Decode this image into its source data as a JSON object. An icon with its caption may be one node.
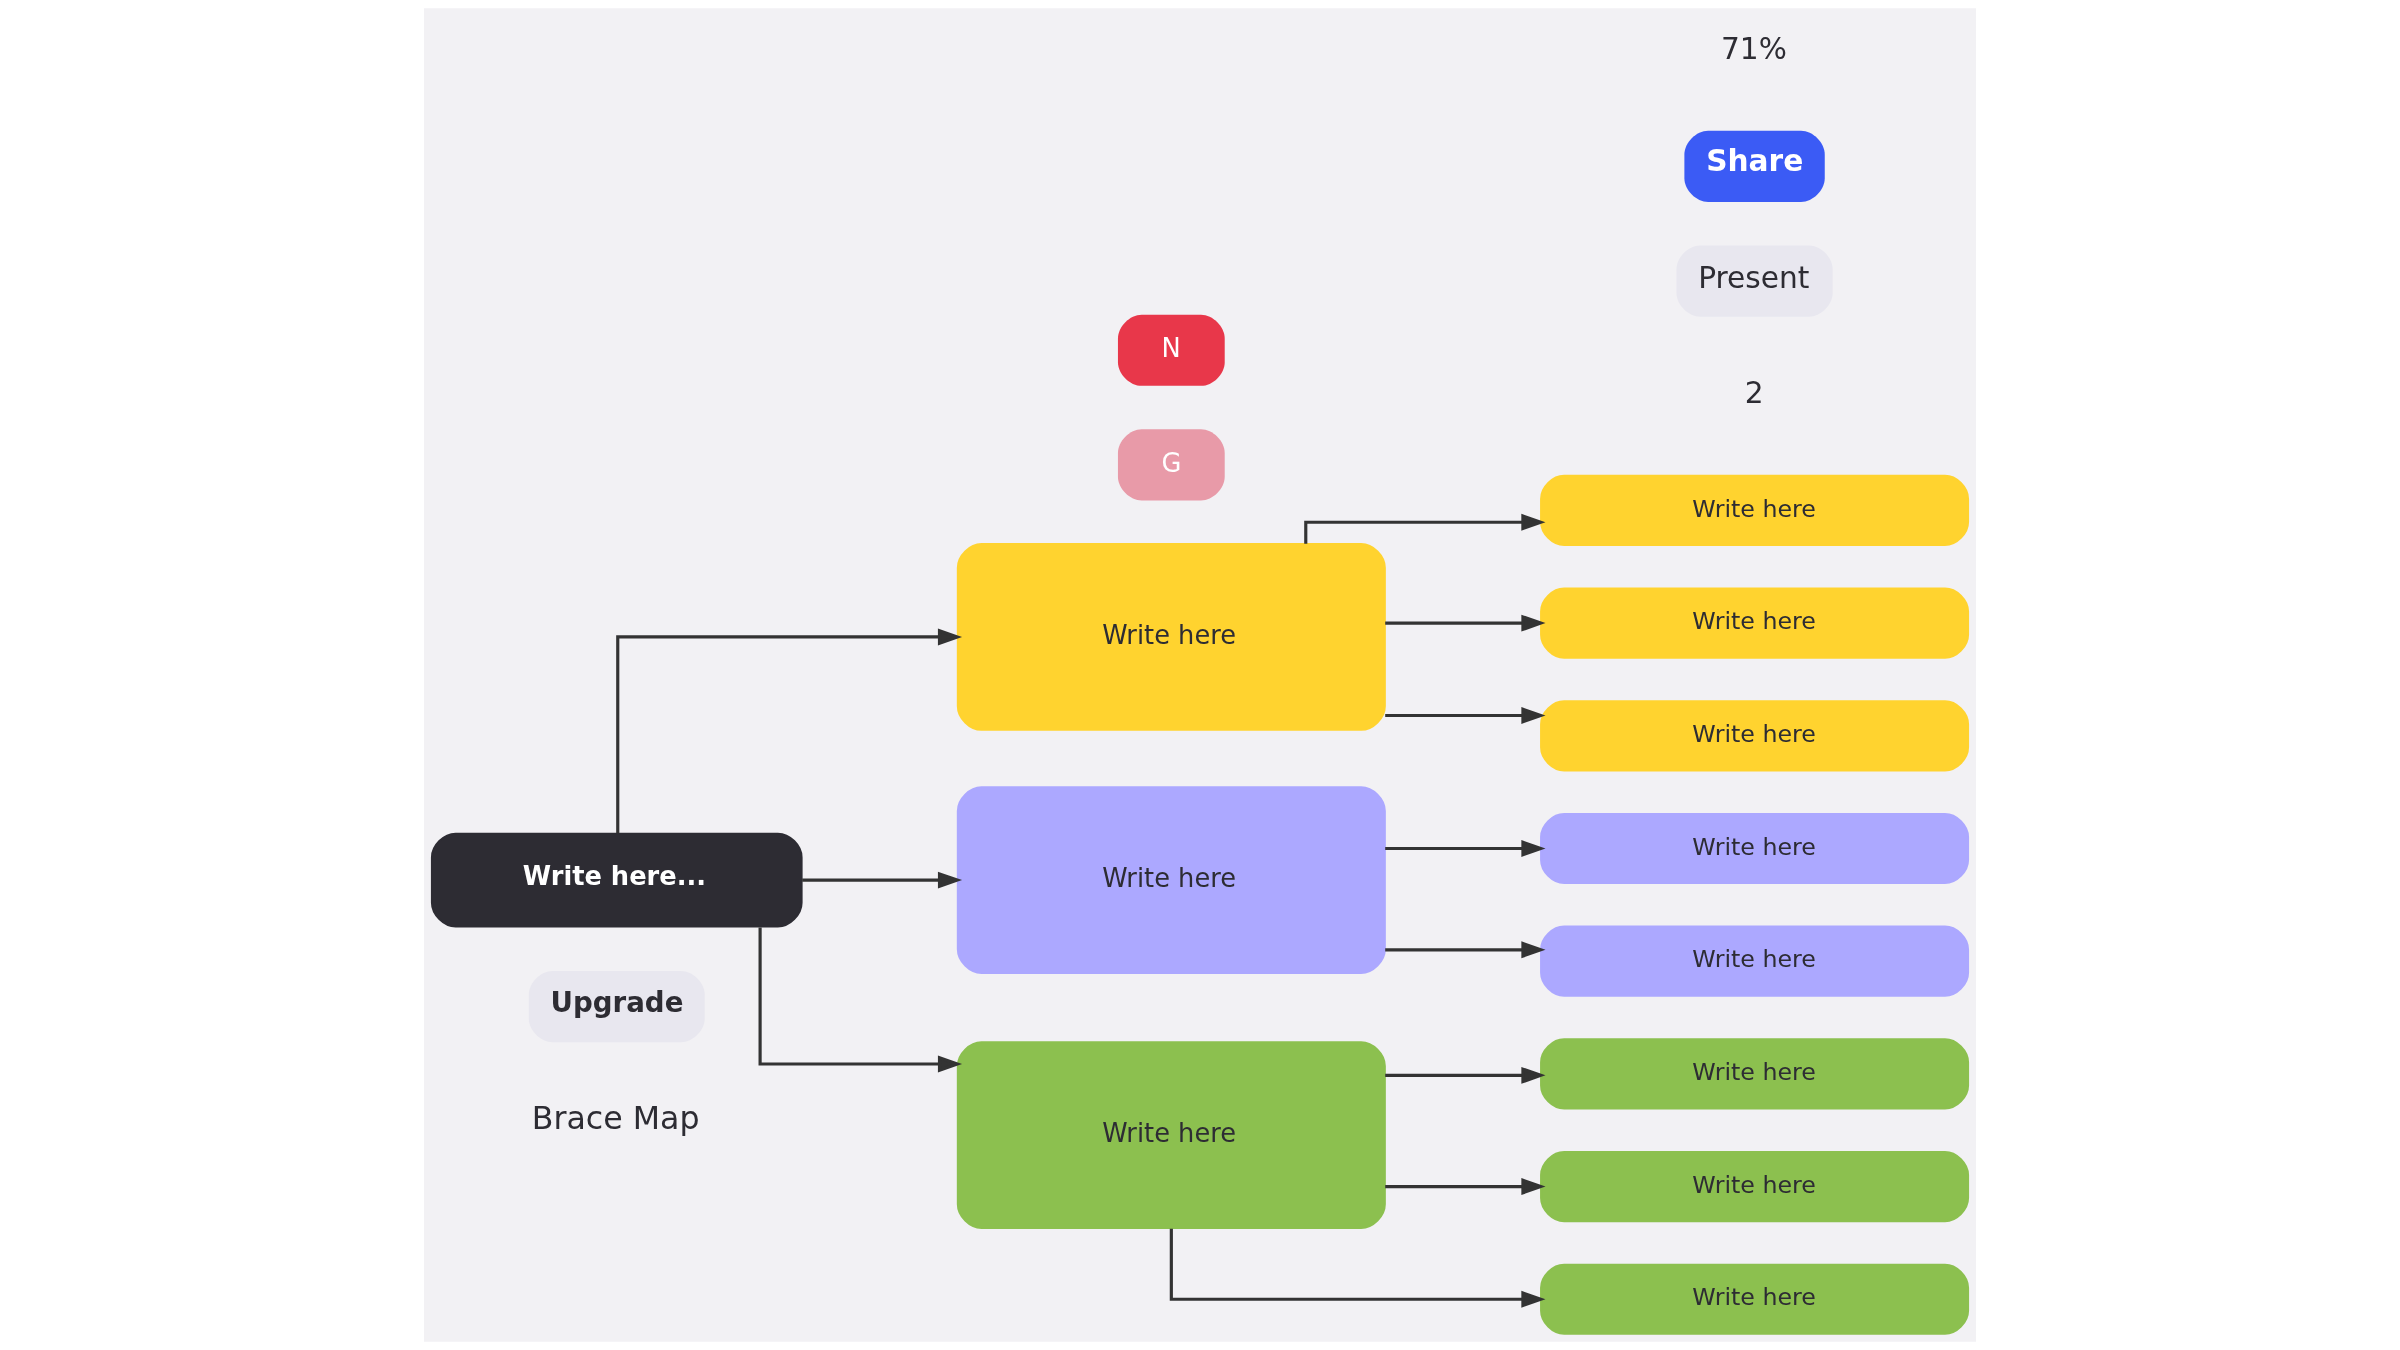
{
  "diagram": {
    "nodes": [
      {
        "text": [
          "Write here..."
        ]
      },
      {
        "text": [
          "Write here"
        ]
      },
      {
        "text": [
          "Write here"
        ]
      },
      {
        "text": [
          "Write here"
        ]
      },
      {
        "text": [
          "Write here"
        ]
      },
      {
        "text": [
          "Write here"
        ]
      },
      {
        "text": [
          "Write here"
        ]
      },
      {
        "text": [
          "Write here"
        ]
      },
      {
        "text": [
          "Write here"
        ]
      },
      {
        "text": [
          "Write here"
        ]
      },
      {
        "text": [
          "Write here"
        ]
      },
      {
        "text": [
          "Write here"
        ]
      }
    ],
    "edges": [
      {
        "from": 0,
        "to": 1,
        "arrow": "to"
      },
      {
        "from": 0,
        "to": 2,
        "arrow": "to"
      },
      {
        "from": 0,
        "to": 3,
        "arrow": "to"
      },
      {
        "from": 1,
        "to": 4,
        "arrow": "to"
      },
      {
        "from": 1,
        "to": 5,
        "arrow": "to"
      },
      {
        "from": 1,
        "to": 6,
        "arrow": "to"
      },
      {
        "from": 2,
        "to": 7,
        "arrow": "to"
      },
      {
        "from": 2,
        "to": 8,
        "arrow": "to"
      },
      {
        "from": 3,
        "to": 9,
        "arrow": "to"
      },
      {
        "from": 3,
        "to": 10,
        "arrow": "to"
      },
      {
        "from": 3,
        "to": 11,
        "arrow": "to"
      }
    ],
    "labels": [
      "Brace Map",
      "Upgrade",
      "G",
      "N",
      "2",
      "Present",
      "Share",
      "71%"
    ]
  }
}
